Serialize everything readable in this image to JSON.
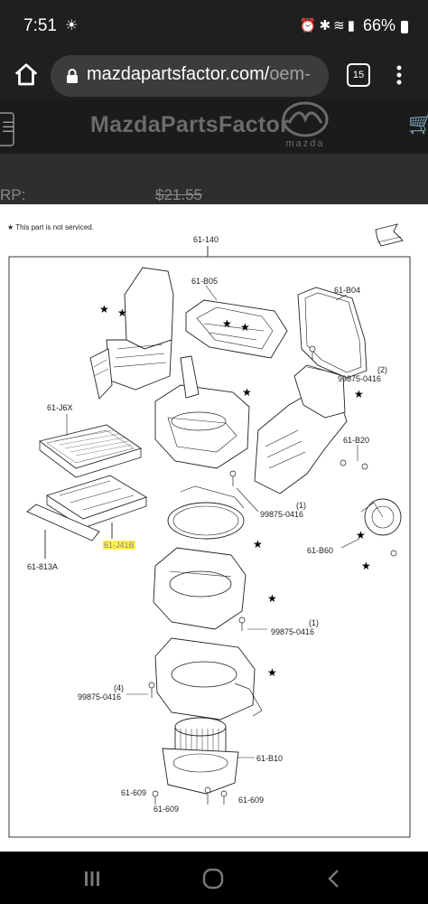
{
  "status": {
    "time": "7:51",
    "battery": "66%"
  },
  "browser": {
    "url_main": "mazdapartsfactor.com/",
    "url_tail": "oem-",
    "tab_count": "15"
  },
  "site": {
    "brand": "MazdaPartsFactor",
    "logo_text": "mazda",
    "msrp_label": "RP:",
    "msrp_value": "$21.55"
  },
  "diagram": {
    "note": "This part is not serviced.",
    "labels": {
      "l_61_140": "61-140",
      "l_61_b05": "61-B05",
      "l_61_b04": "61-B04",
      "l_9987_a": "99875-0416",
      "l_num2": "(2)",
      "l_61_j6x": "61-J6X",
      "l_61_b20": "61-B20",
      "l_num1a": "(1)",
      "l_9987_b": "99875-0416",
      "l_61_j41b": "61-J41B",
      "l_61_813a": "61-813A",
      "l_61_b60": "61-B60",
      "l_num1b": "(1)",
      "l_9987_c": "99875-0416",
      "l_num4": "(4)",
      "l_9987_d": "99875-0416",
      "l_61_b10": "61-B10",
      "l_61_609a": "61-609",
      "l_61_609b": "61-609",
      "l_61_609c": "61-609"
    }
  }
}
